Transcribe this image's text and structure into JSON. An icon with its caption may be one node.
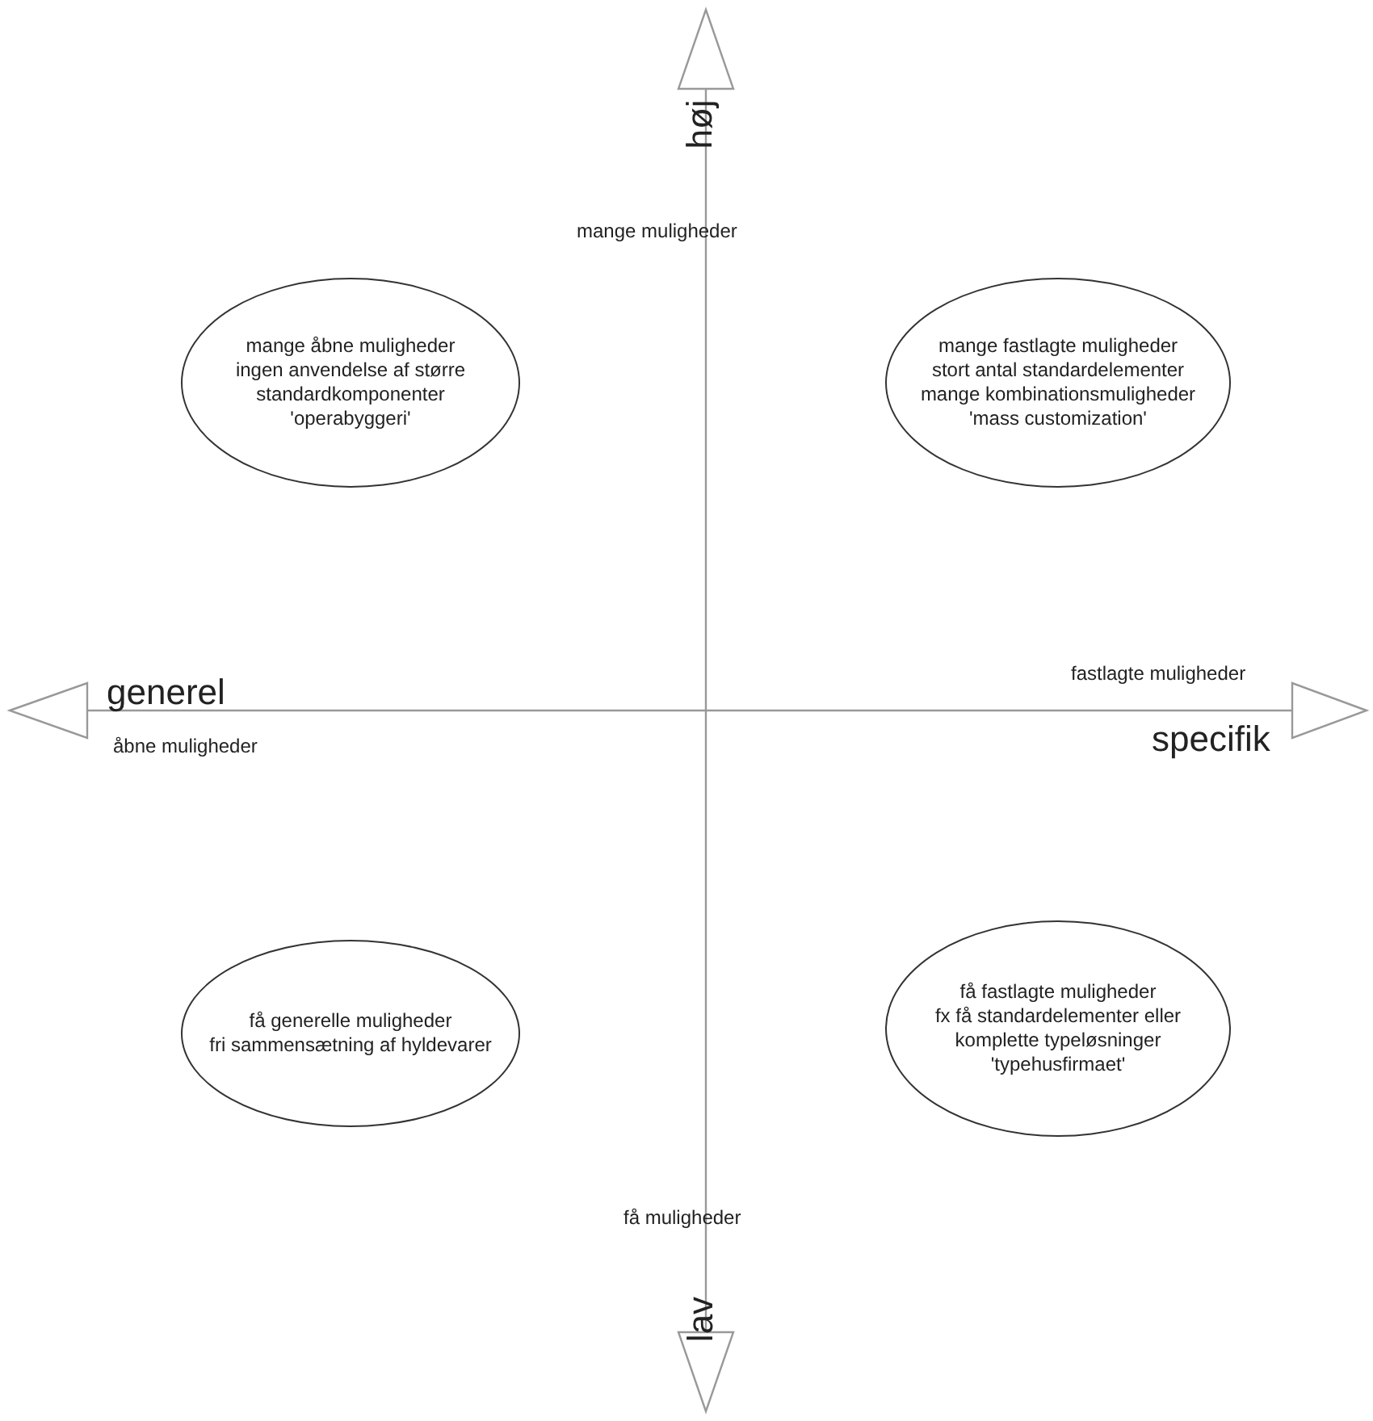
{
  "diagram": {
    "nodes": [
      {
        "text": [
          "mange åbne muligheder",
          "ingen anvendelse af større standardkomponenter",
          "'operabyggeri'"
        ]
      },
      {
        "text": [
          "mange fastlagte muligheder",
          "stort antal standardelementer",
          "mange kombinationsmuligheder",
          "'mass customization'"
        ]
      },
      {
        "text": [
          "få generelle muligheder",
          "fri sammensætning af hyldevarer"
        ]
      },
      {
        "text": [
          "få fastlagte muligheder",
          "fx få standardelementer eller komplette typeløsninger",
          "'typehusfirmaet'"
        ]
      }
    ],
    "labels": [
      "høj",
      "mange muligheder",
      "generel",
      "fastlagte muligheder",
      "åbne muligheder",
      "specifik",
      "få muligheder",
      "lav"
    ]
  }
}
